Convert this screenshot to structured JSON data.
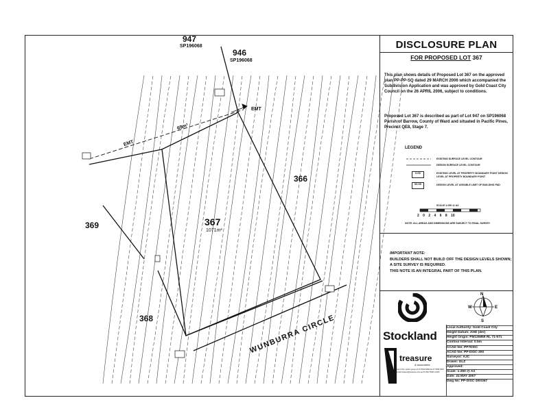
{
  "title_block": {
    "title": "DISCLOSURE PLAN",
    "subtitle_prefix": "FOR PROPOSED LOT",
    "lot_number": "367",
    "para1": "This plan shows details of Proposed Lot 367 on the approved plan PP-PP-SQ dated 29 MARCH 2006 which accompanied the Subdivision Application and was approved by Gold Coast City Council on the 26 APRIL 2006, subject to conditions.",
    "para2": "Proposed Lot 367 is described as part of Lot 947 on SP196068 Parish of Barrow, County of Ward and situated in Pacific Pines, Precinct QE8, Stage 7."
  },
  "legend": {
    "title": "LEGEND",
    "items": [
      {
        "symbol": "—6—",
        "text": "EXISTING SURFACE LEVEL CONTOUR"
      },
      {
        "symbol": "—6.0—",
        "text": "DESIGN SURFACE LEVEL CONTOUR"
      },
      {
        "symbol": "0.00",
        "text": "EXISTING LEVEL AT PROPERTY BOUNDARY POINT DESIGN LEVEL AT PROPERTY BOUNDARY POINT"
      },
      {
        "symbol": "00.00",
        "text": "DESIGN LEVEL AT USEABLE LIMIT OF BUILDING PAD"
      }
    ],
    "scale_title": "SCALE 1:250 @ A3",
    "scale_ticks": [
      "2",
      "0",
      "2",
      "4",
      "6",
      "8",
      "10"
    ],
    "scale_note": "NOTE: ALL AREAS AND DIMENSIONS ARE SUBJECT TO FINAL SURVEY"
  },
  "important_note": {
    "heading": "IMPORTANT NOTE:",
    "line1": "BUILDERS SHALL NOT BUILD OFF THE DESIGN LEVELS SHOWN;",
    "line2": "A SITE SURVEY IS REQUIRED.",
    "line3": "THIS NOTE IS AN INTEGRAL PART OF THIS PLAN."
  },
  "brand": {
    "company": "Stockland",
    "consultant": "treasure",
    "consultant_sub": "& associates",
    "small_print": "part of the cardno group  ph 07 5539 9466  fax 07 5539 9433  email treasure@treasure.com.au  PO Box 5066 GCMC"
  },
  "north_arrow": {
    "n": "N",
    "e": "E",
    "s": "S",
    "w": "W"
  },
  "info_rows": [
    "Local Authority: Gold Coast City",
    "Height Datum: AHD (der)",
    "Height Origin: PM135958 RL 71-571",
    "Contour Interval: 0.5m",
    "CCAD file: PP7DISC",
    "ACAD file: PP-DISC-300",
    "Surveyor: AJC",
    "Drawn: GLZ",
    "Approved:",
    "Scale: 1:250 @ A3",
    "Date: 24 MAY 2007",
    "Dwg No: PP-DISC-300/367"
  ],
  "plan": {
    "lot_947": "947",
    "lot_947_plan": "SP196068",
    "lot_946": "946",
    "lot_946_plan": "SP196068",
    "lot_366": "366",
    "lot_367": "367",
    "lot_367_area": "1071m²",
    "lot_368": "368",
    "lot_369": "369",
    "emt_top": "EMT",
    "emt_left": "EMT",
    "dim_top": "69m²",
    "street": "WUNBURRA CIRCLE"
  }
}
